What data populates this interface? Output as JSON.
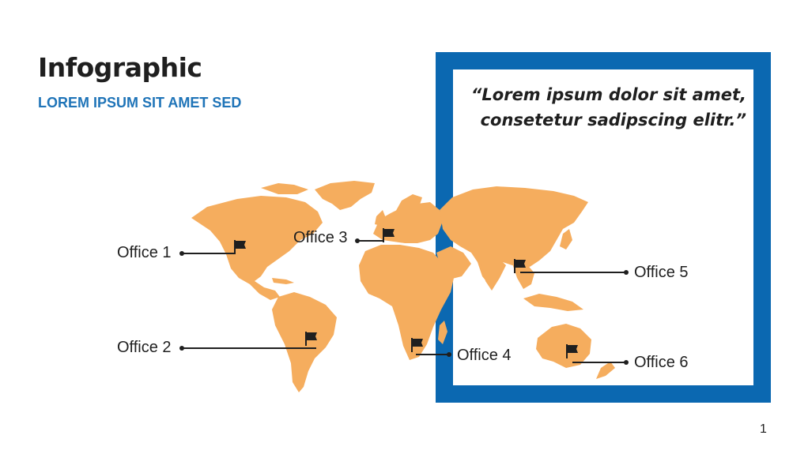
{
  "slide": {
    "title": "Infographic",
    "subtitle": "LOREM IPSUM SIT AMET SED",
    "quote_line1": "“Lorem ipsum dolor sit amet,",
    "quote_line2": "consetetur sadipscing elitr.”",
    "page_number": "1"
  },
  "offices": [
    {
      "label": "Office 1"
    },
    {
      "label": "Office 2"
    },
    {
      "label": "Office 3"
    },
    {
      "label": "Office 4"
    },
    {
      "label": "Office 5"
    },
    {
      "label": "Office 6"
    }
  ],
  "colors": {
    "land": "#f5ad5e",
    "frame": "#0b68b1",
    "subtitle": "#1f74b8",
    "text": "#1f1f1f"
  },
  "icons": {
    "marker": "flag-icon"
  }
}
